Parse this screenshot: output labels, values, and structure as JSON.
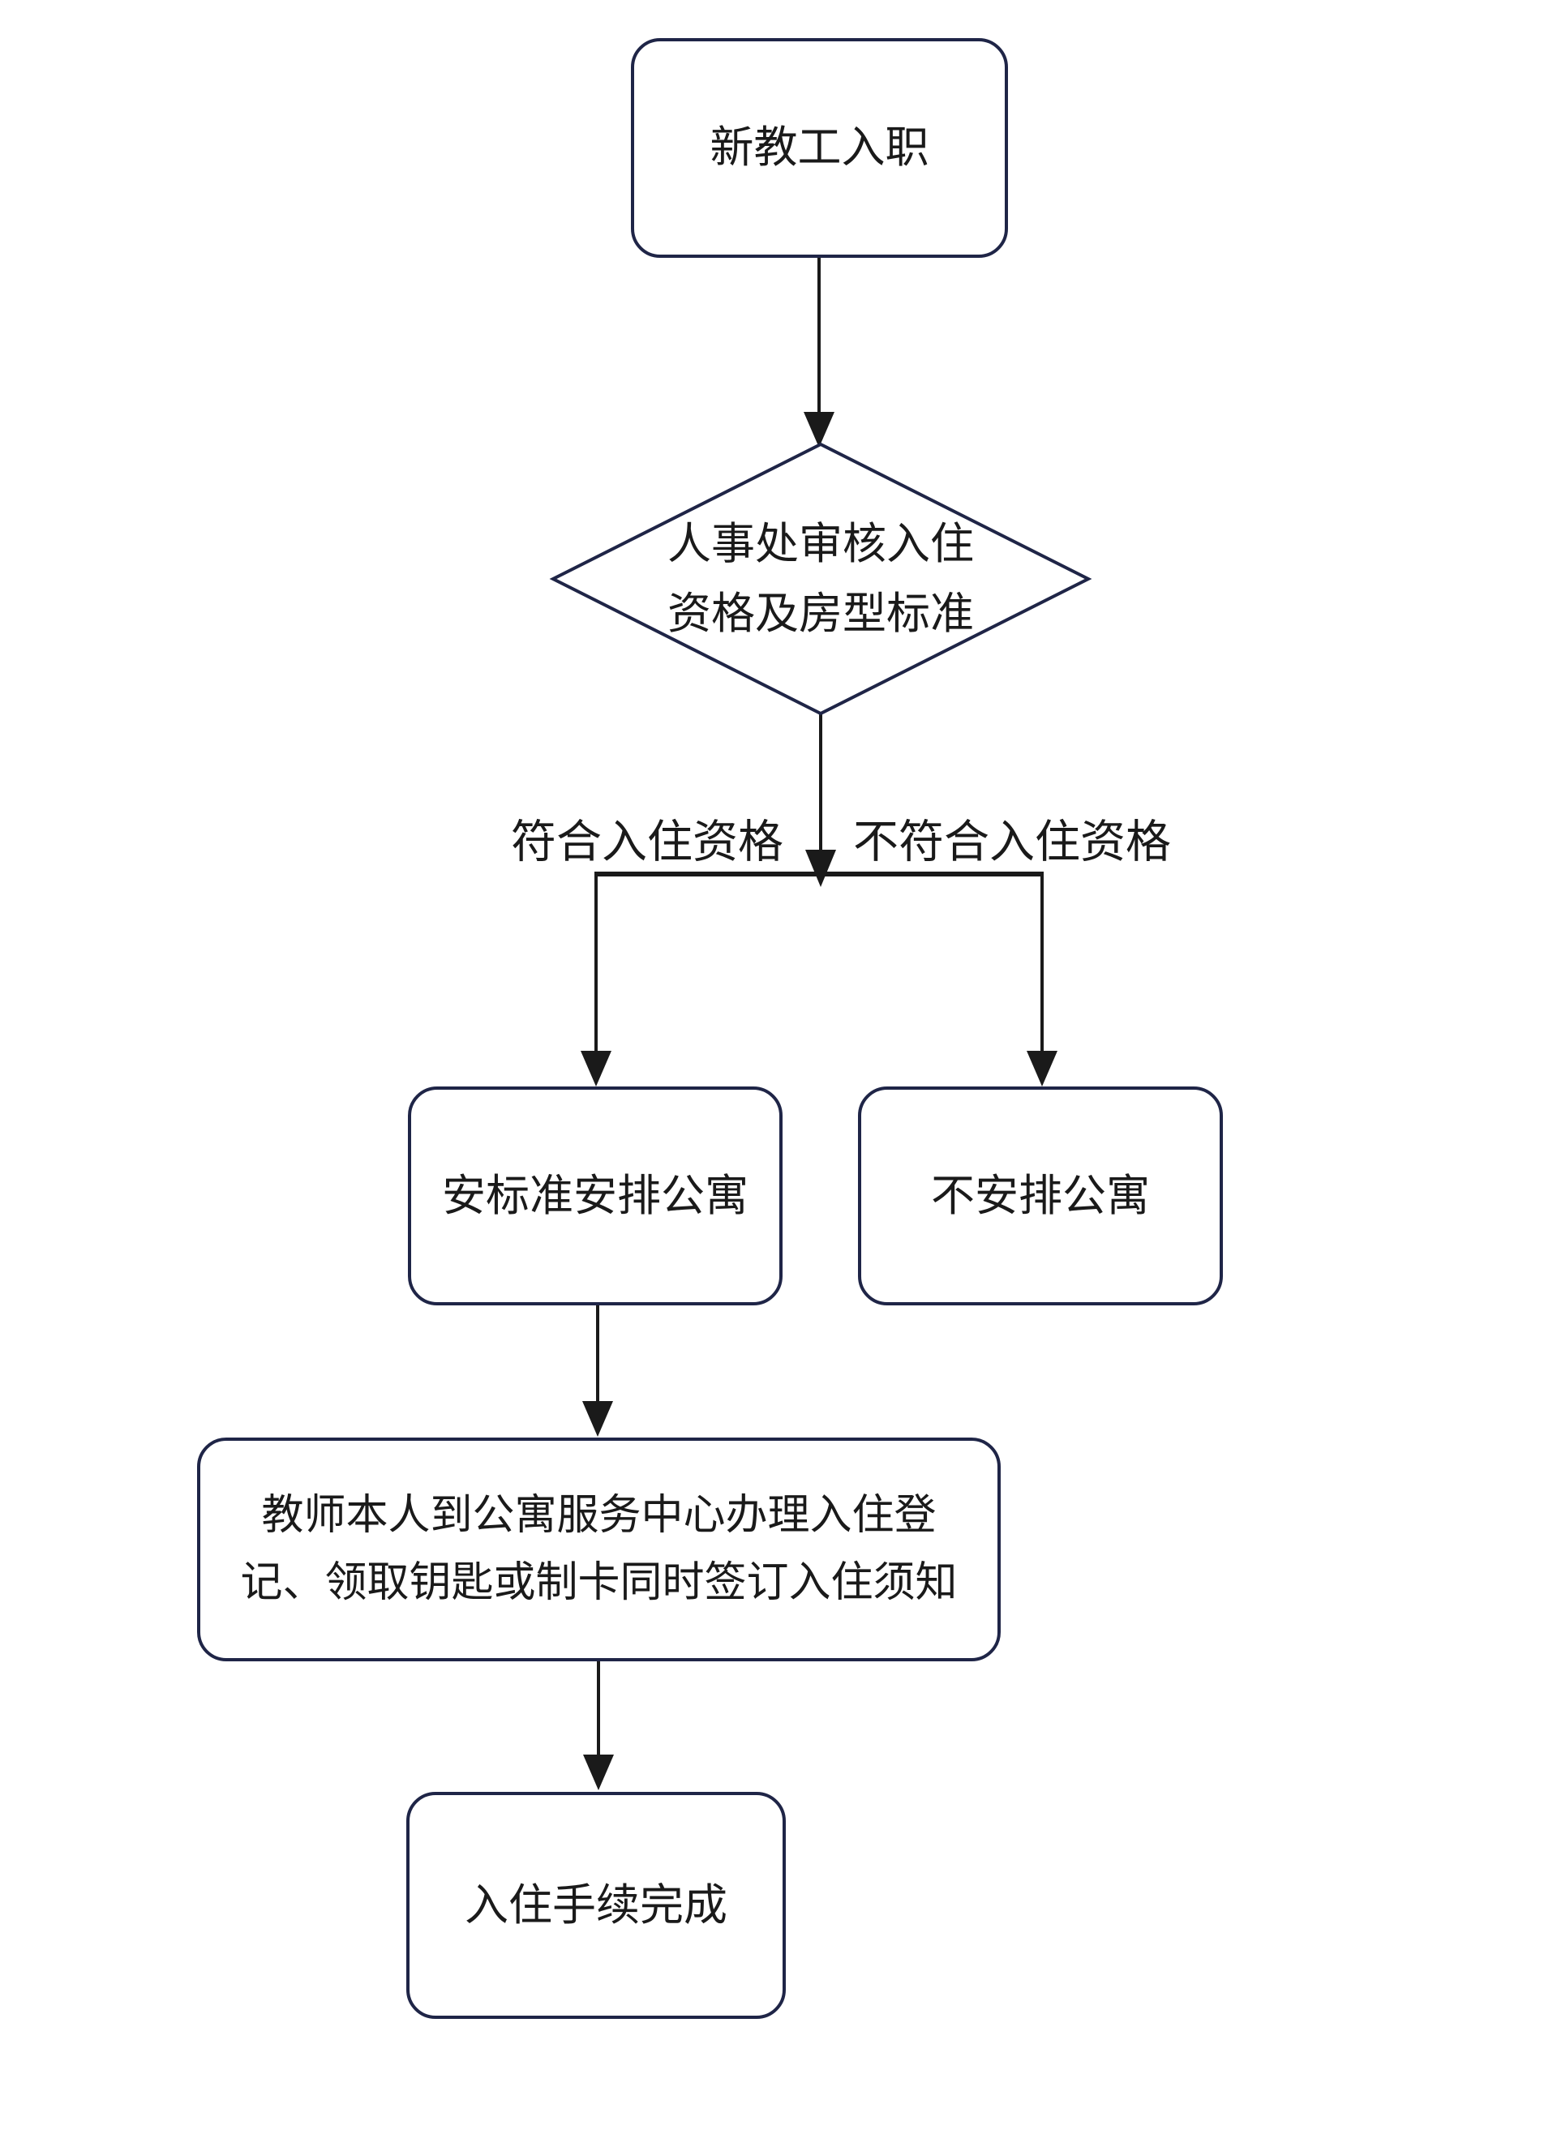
{
  "diagram": {
    "type": "flowchart",
    "nodes": {
      "start": {
        "label": "新教工入职"
      },
      "decision": {
        "line1": "人事处审核入住",
        "line2": "资格及房型标准"
      },
      "arrange": {
        "label": "安标准安排公寓"
      },
      "no_arrange": {
        "label": "不安排公寓"
      },
      "register": {
        "line1": "教师本人到公寓服务中心办理入住登",
        "line2": "记、领取钥匙或制卡同时签订入住须知"
      },
      "complete": {
        "label": "入住手续完成"
      }
    },
    "edge_labels": {
      "qualified": "符合入住资格",
      "not_qualified": "不符合入住资格"
    },
    "colors": {
      "node_border": "#1f2547",
      "connector": "#1a1a1a",
      "text": "#1a1a1a",
      "background": "#ffffff"
    }
  }
}
